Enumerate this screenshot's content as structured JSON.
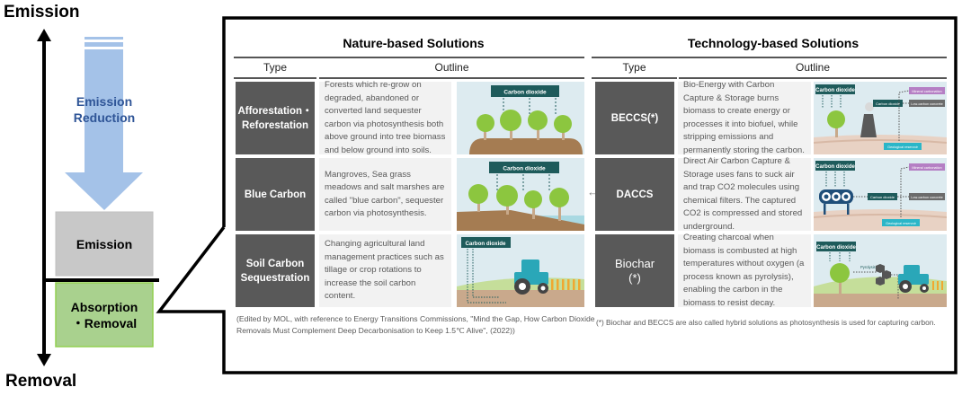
{
  "left_panel": {
    "axis_top_label": "Emission",
    "axis_bottom_label": "Removal",
    "reduction_arrow_label_line1": "Emission",
    "reduction_arrow_label_line2": "Reduction",
    "emission_box_label": "Emission",
    "removal_box_label_line1": "Absorption",
    "removal_box_label_line2": "・Removal",
    "colors": {
      "arrow": "#a4c2e8",
      "arrow_text": "#2f5597",
      "emission_box": "#c8c8c8",
      "removal_box": "#a9d18e",
      "removal_border": "#92d050"
    }
  },
  "nature": {
    "title": "Nature-based Solutions",
    "col_type": "Type",
    "col_outline": "Outline",
    "rows": [
      {
        "type_line1": "Afforestation・",
        "type_line2": "Reforestation",
        "outline": "Forests which re-grow on degraded, abandoned or converted land sequester carbon via photosynthesis both above ground into tree biomass and below ground into soils.",
        "illustration": "forest-trees-illustration",
        "illustration_label": "Carbon dioxide"
      },
      {
        "type_line1": "Blue Carbon",
        "type_line2": "",
        "outline": "Mangroves, Sea grass meadows and salt marshes are called \"blue carbon\", sequester carbon via photosynthesis.",
        "illustration": "mangrove-illustration",
        "illustration_label": "Carbon dioxide"
      },
      {
        "type_line1": "Soil Carbon",
        "type_line2": "Sequestration",
        "outline": "Changing agricultural land management practices such as tillage or crop rotations to increase the soil carbon content.",
        "illustration": "tractor-field-illustration",
        "illustration_label": "Carbon dioxide"
      }
    ],
    "footnote": "(Edited by MOL, with reference to Energy Transitions Commissions, \"Mind the Gap, How Carbon Dioxide Removals Must Complement Deep Decarbonisation to Keep 1.5℃ Alive\", (2022))"
  },
  "technology": {
    "title": "Technology-based Solutions",
    "col_type": "Type",
    "col_outline": "Outline",
    "rows": [
      {
        "type_line1": "BECCS(*)",
        "type_line2": "",
        "outline": "Bio-Energy with Carbon Capture & Storage burns biomass to create energy or processes it into biofuel, while stripping emissions and permanently storing the carbon.",
        "illustration": "power-plant-illustration",
        "labels": [
          "Carbon dioxide",
          "Carbon dioxide",
          "Mineral carbonation",
          "Low-carbon concrete",
          "Geological reservoir"
        ]
      },
      {
        "type_line1": "DACCS",
        "type_line2": "",
        "outline": "Direct Air Carbon Capture & Storage uses fans to suck air and trap CO2 molecules using chemical filters. The captured CO2 is compressed and stored underground.",
        "illustration": "air-capture-fans-illustration",
        "labels": [
          "Carbon dioxide",
          "Carbon dioxide",
          "Mineral carbonation",
          "Low-carbon concrete",
          "Geological reservoir"
        ]
      },
      {
        "type_line1": "Biochar",
        "type_line2": "(*)",
        "outline": "Creating charcoal when biomass is combusted at high temperatures without oxygen (a process known as pyrolysis), enabling the carbon in the biomass to resist decay.",
        "illustration": "biochar-pyrolysis-illustration",
        "labels": [
          "Carbon dioxide",
          "Pyrolysis"
        ]
      }
    ],
    "footnote": "(*) Biochar and BECCS are also called hybrid solutions as photosynthesis is used for capturing carbon."
  },
  "colors": {
    "type_cell": "#595959",
    "outline_cell": "#f2f2f2",
    "outline_text": "#595959",
    "co2_label": "#1e5b5b",
    "tree": "#8cc63f",
    "soil": "#a57c52",
    "sky": "#ddebf0",
    "tractor": "#2aa7b8",
    "mineral_label": "#b57fc4",
    "concrete_label": "#6b6b6b",
    "reservoir_label": "#2bb6c8"
  }
}
